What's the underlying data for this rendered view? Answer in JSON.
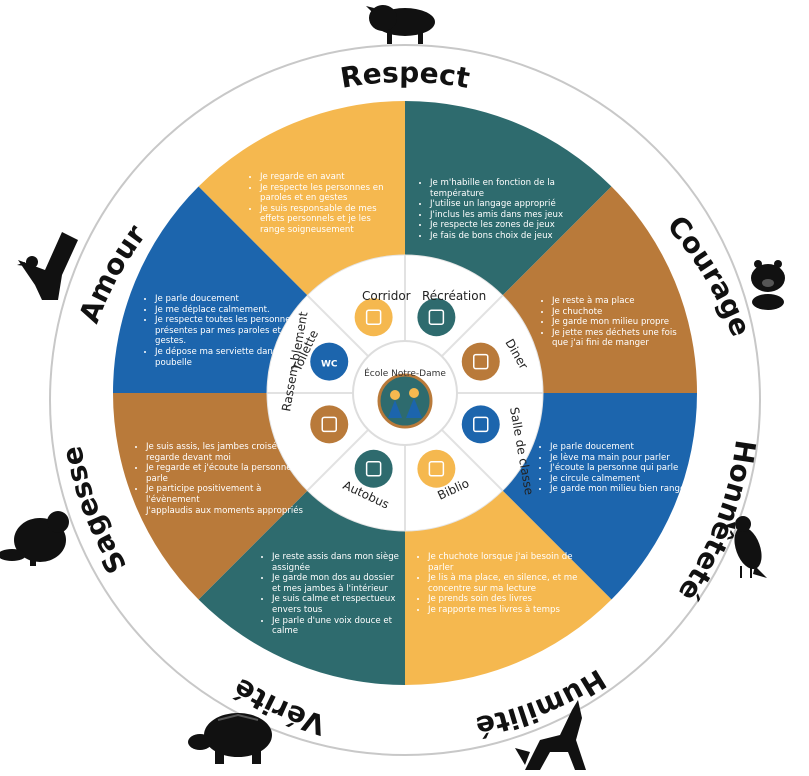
{
  "colors": {
    "orange": "#f5b84f",
    "teal": "#2e6b6e",
    "brown": "#b97a3a",
    "blue": "#1c65ad",
    "ring": "#ffffff",
    "outline": "#c8c8c8",
    "icon_circle_orange": "#f5b84f",
    "icon_circle_teal": "#2e6b6e",
    "icon_circle_brown": "#b97a3a",
    "icon_circle_blue": "#1c65ad"
  },
  "school_name": "École Notre-Dame",
  "virtues": [
    {
      "label": "Respect",
      "animal": "bison-icon"
    },
    {
      "label": "Courage",
      "animal": "bear-icon"
    },
    {
      "label": "Honnêteté",
      "animal": "raven-icon"
    },
    {
      "label": "Humilité",
      "animal": "wolf-icon"
    },
    {
      "label": "Vérité",
      "animal": "turtle-icon"
    },
    {
      "label": "Sagesse",
      "animal": "beaver-icon"
    },
    {
      "label": "Amour",
      "animal": "eagle-icon"
    }
  ],
  "sectors": [
    {
      "name": "Corridor",
      "color": "orange",
      "icon": "corridor-icon",
      "rules": [
        "Je regarde en avant",
        "Je respecte les personnes en paroles et en gestes",
        "Je suis responsable de mes effets personnels et je les range soigneusement"
      ]
    },
    {
      "name": "Récréation",
      "color": "teal",
      "icon": "slide-icon",
      "rules": [
        "Je m'habille en fonction de la température",
        "J'utilise un langage approprié",
        "J'inclus les amis dans mes jeux",
        "Je respecte les zones de jeux",
        "Je fais de bons choix de jeux"
      ]
    },
    {
      "name": "Diner",
      "color": "brown",
      "icon": "lunchbox-icon",
      "rules": [
        "Je reste à ma place",
        "Je chuchote",
        "Je garde mon milieu propre",
        "Je jette mes déchets une fois que j'ai fini de manger"
      ]
    },
    {
      "name": "Salle de classe",
      "color": "blue",
      "icon": "classroom-icon",
      "rules": [
        "Je parle doucement",
        "Je lève ma main pour parler",
        "J'écoute la personne qui parle",
        "Je circule calmement",
        "Je garde mon milieu bien rangé"
      ]
    },
    {
      "name": "Biblio",
      "color": "orange",
      "icon": "books-icon",
      "rules": [
        "Je chuchote lorsque j'ai besoin de parler",
        "Je lis à ma place, en silence, et me concentre sur ma lecture",
        "Je prends soin des livres",
        "Je rapporte mes livres à temps"
      ]
    },
    {
      "name": "Autobus",
      "color": "teal",
      "icon": "bus-icon",
      "rules": [
        "Je reste assis dans mon siège assignée",
        "Je garde mon dos au dossier et mes jambes à l'intérieur",
        "Je suis calme et respectueux envers tous",
        "Je parle d'une voix douce et calme"
      ]
    },
    {
      "name": "Rassem-blement",
      "color": "brown",
      "icon": "assembly-icon",
      "rules": [
        "Je suis assis, les jambes croisées et je regarde devant moi",
        "Je regarde et j'écoute la personne qui parle",
        "Je participe positivement à l'évènement",
        "J'applaudis aux moments appropriés"
      ]
    },
    {
      "name": "Toilette",
      "color": "blue",
      "icon": "wc-icon",
      "icon_text": "WC",
      "rules": [
        "Je parle doucement",
        "Je me déplace calmement.",
        "Je respecte toutes les personnes présentes par mes paroles et mes gestes.",
        "Je dépose ma serviette dans la poubelle"
      ]
    }
  ]
}
